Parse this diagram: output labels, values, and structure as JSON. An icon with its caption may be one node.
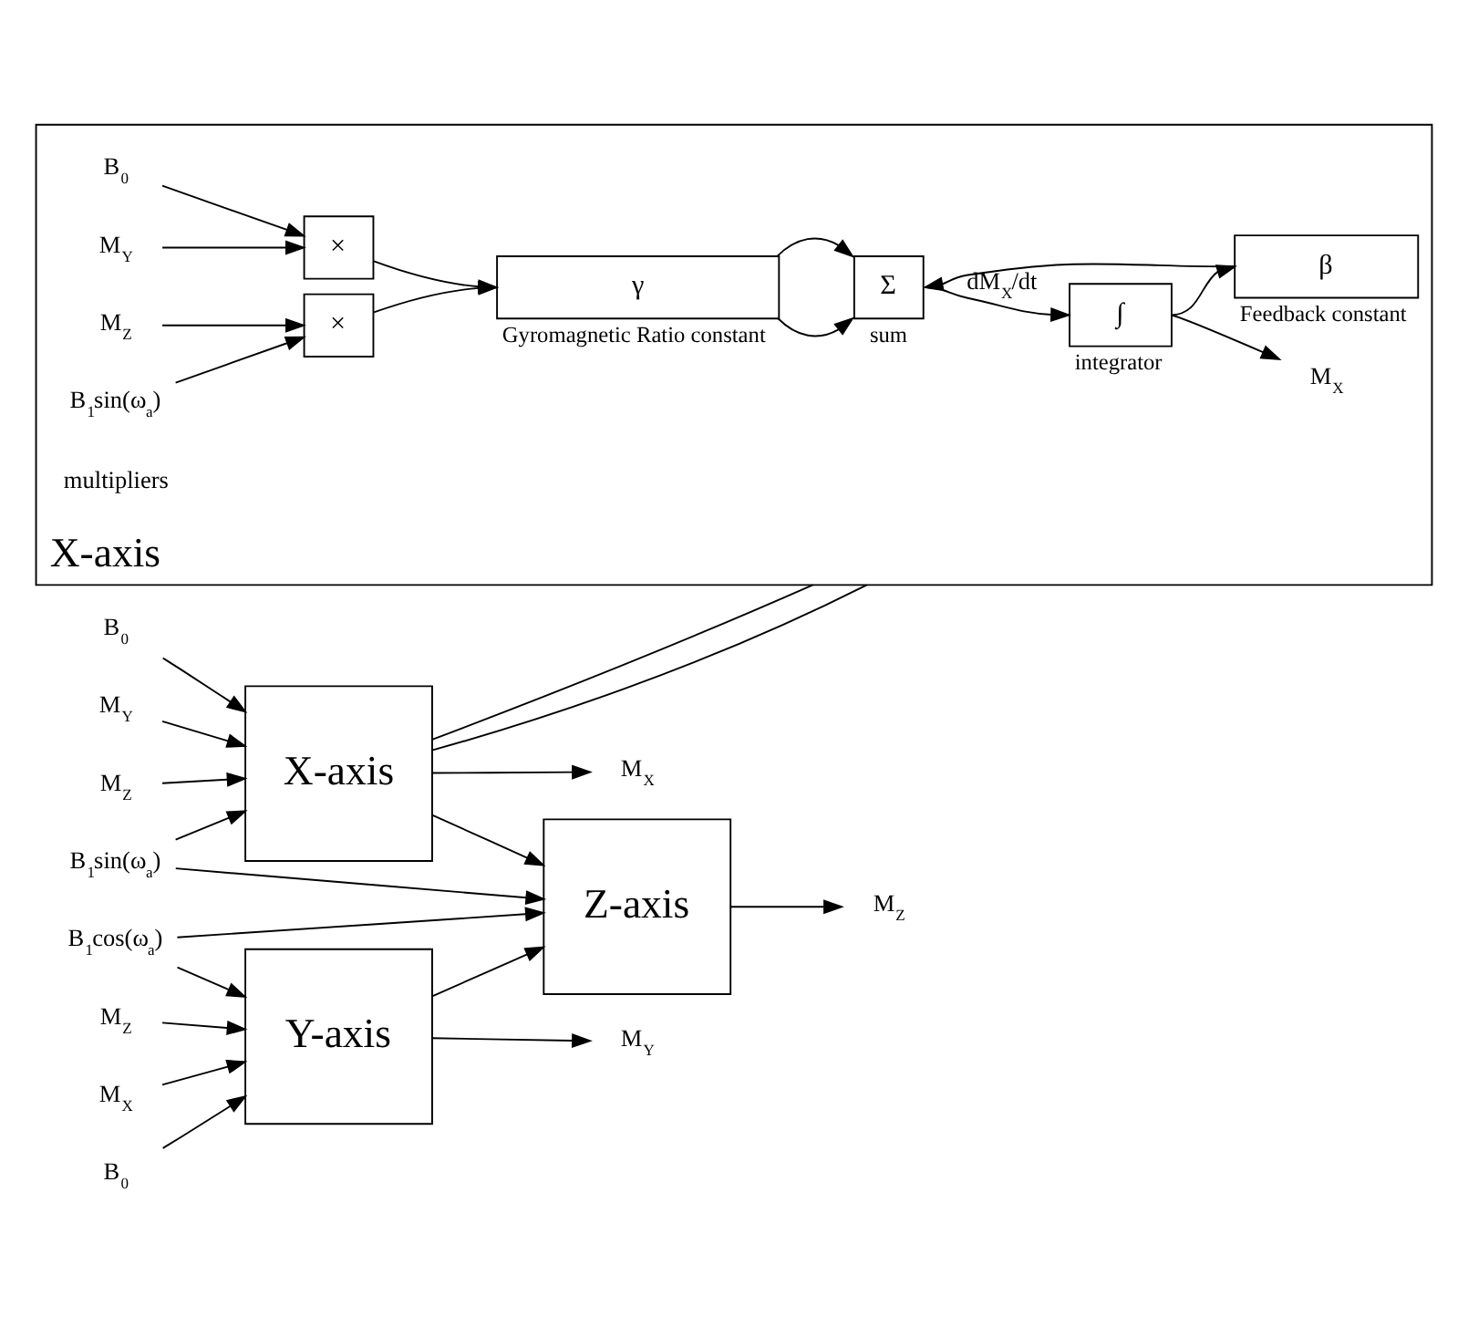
{
  "diagram": {
    "nodes": [
      {
        "text": [
          "X-axis"
        ]
      },
      {
        "text": [
          "B$_{0}$"
        ],
        "in": 0
      },
      {
        "text": [
          "M$_{Y}$"
        ],
        "in": 0
      },
      {
        "text": [
          "M$_{Z}$"
        ],
        "in": 0
      },
      {
        "text": [
          "B$_{1}$sin(ω$_{a}$)"
        ],
        "in": 0
      },
      {
        "text": [
          "×"
        ],
        "in": 0
      },
      {
        "text": [
          "×"
        ],
        "in": 0
      },
      {
        "text": [
          "γ"
        ],
        "in": 0,
        "beside": [
          "Gyromagnetic Ratio constant"
        ]
      },
      {
        "text": [
          "Σ"
        ],
        "in": 0,
        "beside": [
          "sum"
        ]
      },
      {
        "text": [
          "∫"
        ],
        "in": 0,
        "beside": [
          "integrator"
        ]
      },
      {
        "text": [
          "M$_{X}$"
        ],
        "in": 0
      },
      {
        "text": [
          "β"
        ],
        "in": 0,
        "beside": [
          "Feedback constant"
        ]
      },
      {
        "text": [
          "B$_{0}$"
        ]
      },
      {
        "text": [
          "M$_{Y}$"
        ]
      },
      {
        "text": [
          "M$_{Z}$"
        ]
      },
      {
        "text": [
          "B$_{1}$sin(ω$_{a}$)"
        ]
      },
      {
        "text": [
          "X-axis"
        ]
      },
      {
        "text": [
          "B$_{1}$cos(ω$_{a}$)"
        ]
      },
      {
        "text": [
          "M$_{Z}$"
        ]
      },
      {
        "text": [
          "M$_{X}$"
        ]
      },
      {
        "text": [
          "B$_{0}$"
        ]
      },
      {
        "text": [
          "Y-axis"
        ]
      },
      {
        "text": [
          "Z-axis"
        ]
      },
      {
        "text": [
          "M$_{X}$"
        ]
      },
      {
        "text": [
          "M$_{Z}$"
        ]
      },
      {
        "text": [
          "M$_{Y}$"
        ]
      }
    ],
    "edges": [
      {
        "from": 1,
        "to": 5,
        "arrow": "to"
      },
      {
        "from": 2,
        "to": 5,
        "arrow": "to"
      },
      {
        "from": 3,
        "to": 6,
        "arrow": "to"
      },
      {
        "from": 4,
        "to": 6,
        "arrow": "to"
      },
      {
        "from": 5,
        "to": 7,
        "arrow": "to"
      },
      {
        "from": 6,
        "to": 7,
        "arrow": "to"
      },
      {
        "from": 7,
        "to": 8,
        "arrow": "to"
      },
      {
        "from": 7,
        "to": 8,
        "arrow": "to"
      },
      {
        "from": 8,
        "to": 9,
        "arrow": "to",
        "label": "dM$_{X}$/dt"
      },
      {
        "from": 9,
        "to": 10,
        "arrow": "to"
      },
      {
        "from": 9,
        "to": 11,
        "arrow": "to"
      },
      {
        "from": 11,
        "to": 8,
        "arrow": "to"
      },
      {
        "from": 12,
        "to": 16,
        "arrow": "to"
      },
      {
        "from": 13,
        "to": 16,
        "arrow": "to"
      },
      {
        "from": 14,
        "to": 16,
        "arrow": "to"
      },
      {
        "from": 15,
        "to": 16,
        "arrow": "to"
      },
      {
        "from": 15,
        "to": 22,
        "arrow": "to"
      },
      {
        "from": 17,
        "to": 22,
        "arrow": "to"
      },
      {
        "from": 17,
        "to": 21,
        "arrow": "to"
      },
      {
        "from": 18,
        "to": 21,
        "arrow": "to"
      },
      {
        "from": 19,
        "to": 21,
        "arrow": "to"
      },
      {
        "from": 20,
        "to": 21,
        "arrow": "to"
      },
      {
        "from": 16,
        "to": 23,
        "arrow": "to"
      },
      {
        "from": 16,
        "to": 22,
        "arrow": "to"
      },
      {
        "from": 21,
        "to": 22,
        "arrow": "to"
      },
      {
        "from": 21,
        "to": 25,
        "arrow": "to"
      },
      {
        "from": 22,
        "to": 24,
        "arrow": "to"
      },
      {
        "from": 0,
        "to": 16,
        "arrow": "none"
      },
      {
        "from": 0,
        "to": 16,
        "arrow": "none"
      }
    ],
    "labels": [
      "multipliers"
    ]
  }
}
